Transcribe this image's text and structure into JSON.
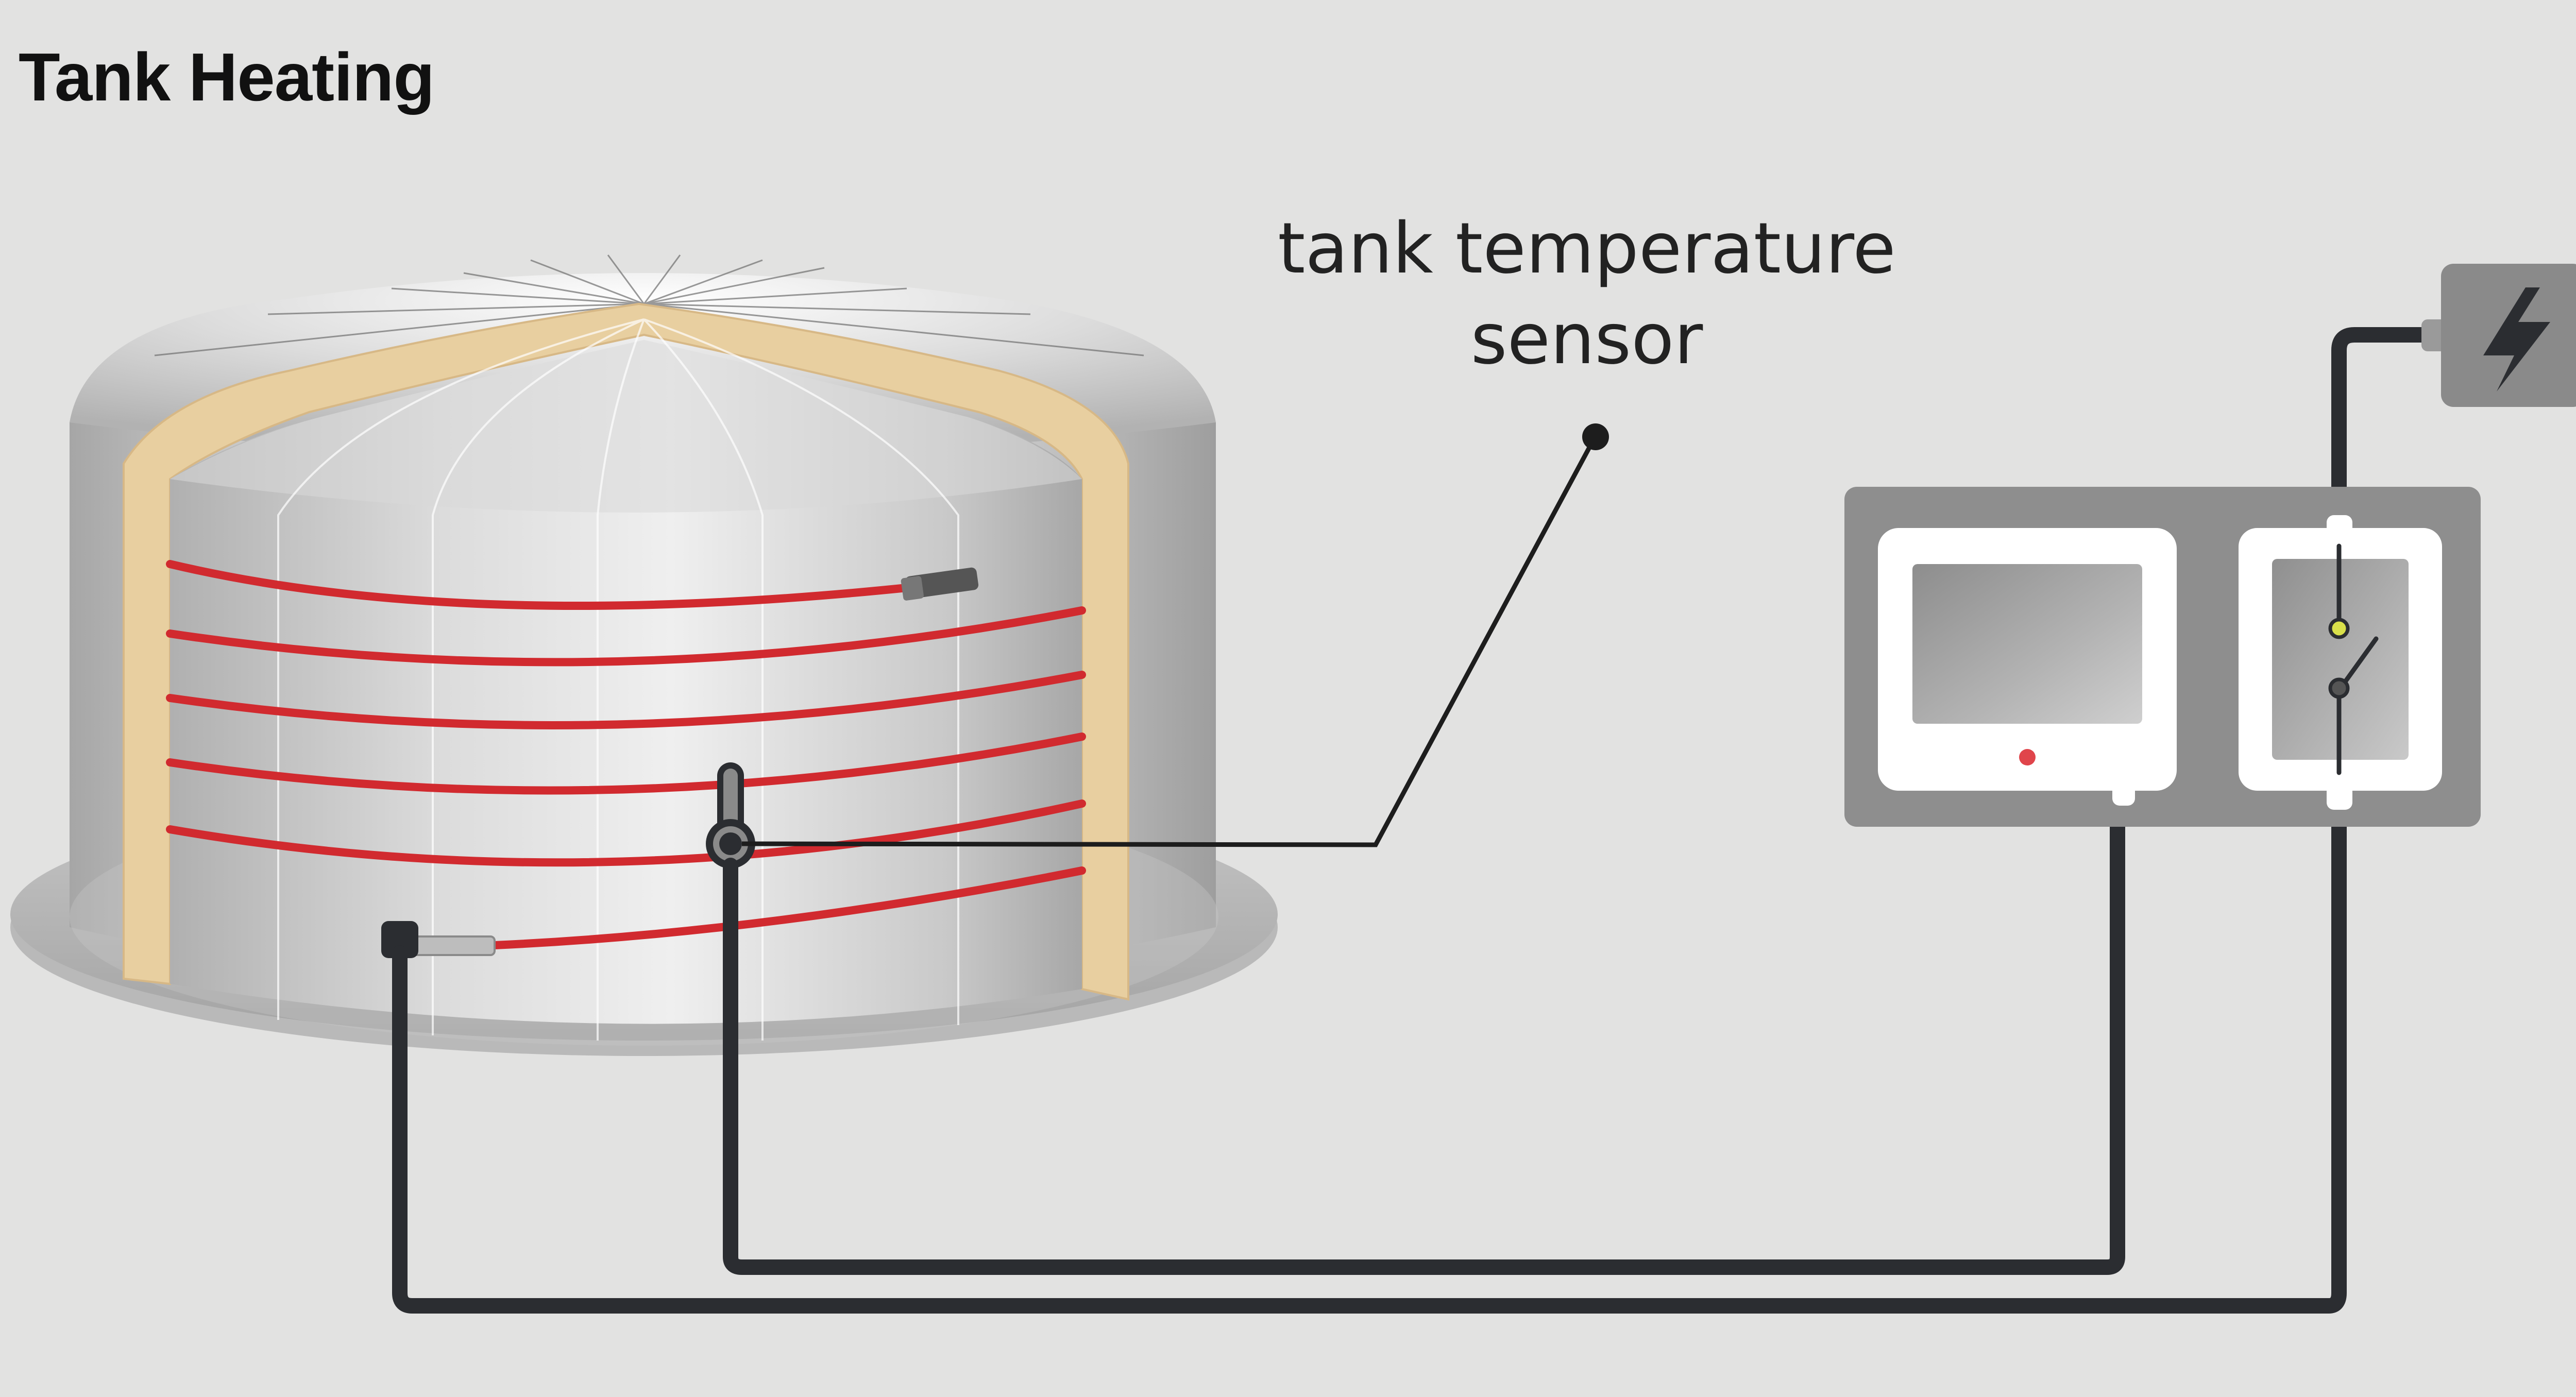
{
  "title": "Tank Heating",
  "labels": {
    "sensor_line1": "tank temperature",
    "sensor_line2": "sensor"
  },
  "colors": {
    "background": "#e2e2e1",
    "heating_cable": "#d12a2f",
    "insulation": "#e8cfa0",
    "wire": "#2b2d31",
    "panel": "#8e8e8e",
    "power_symbol_bg": "#8a8a8a",
    "controller_led": "#e0454b",
    "switch_led": "#d9e04a"
  },
  "icons": {
    "power": "lightning-bolt-icon",
    "sensor": "thermometer-icon"
  }
}
